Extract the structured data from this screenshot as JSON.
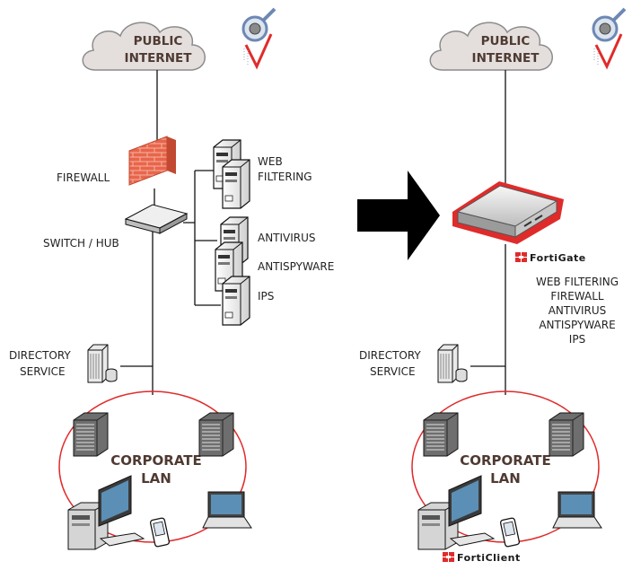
{
  "left": {
    "cloud": {
      "line1": "PUBLIC",
      "line2": "INTERNET"
    },
    "firewall_label": "FIREWALL",
    "switch_label": "SWITCH / HUB",
    "web_filtering": {
      "line1": "WEB",
      "line2": "FILTERING"
    },
    "antivirus": "ANTIVIRUS",
    "antispyware": "ANTISPYWARE",
    "ips": "IPS",
    "directory": {
      "line1": "DIRECTORY",
      "line2": "SERVICE"
    },
    "lan": {
      "line1": "CORPORATE",
      "line2": "LAN"
    }
  },
  "right": {
    "cloud": {
      "line1": "PUBLIC",
      "line2": "INTERNET"
    },
    "brand": "FortiGate",
    "features": [
      "WEB FILTERING",
      "FIREWALL",
      "ANTIVIRUS",
      "ANTISPYWARE",
      "IPS"
    ],
    "directory": {
      "line1": "DIRECTORY",
      "line2": "SERVICE"
    },
    "lan": {
      "line1": "CORPORATE",
      "line2": "LAN"
    },
    "client_brand": "FortiClient"
  },
  "colors": {
    "accent_red": "#e02b2b",
    "firewall_brick": "#e8654b",
    "cloud_fill": "#e4dfdd",
    "cloud_text": "#4f3a32",
    "arrow": "#000000"
  },
  "icons": [
    "cloud-icon",
    "magnifier-icon",
    "firewall-icon",
    "switch-icon",
    "server-icon",
    "directory-server-icon",
    "fortigate-appliance-icon",
    "desktop-pc-icon",
    "laptop-icon",
    "pda-icon",
    "fortinet-logo-icon"
  ]
}
